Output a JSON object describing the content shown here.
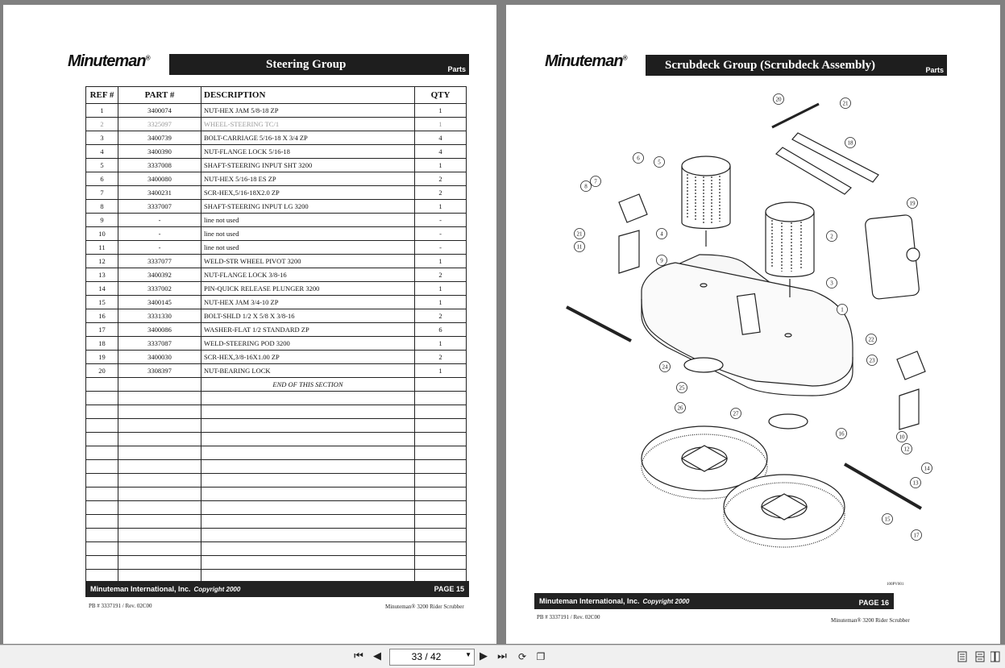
{
  "left_page": {
    "brand": "Minuteman",
    "section_title": "Steering Group",
    "section_tag": "Parts",
    "columns": [
      "REF #",
      "PART #",
      "DESCRIPTION",
      "QTY"
    ],
    "rows": [
      {
        "ref": "1",
        "part": "3400074",
        "desc": "NUT-HEX JAM 5/8-18 ZP",
        "qty": "1"
      },
      {
        "ref": "2",
        "part": "3325097",
        "desc": "WHEEL-STEERING TC/1",
        "qty": "1"
      },
      {
        "ref": "3",
        "part": "3400739",
        "desc": "BOLT-CARRIAGE 5/16-18 X 3/4 ZP",
        "qty": "4"
      },
      {
        "ref": "4",
        "part": "3400390",
        "desc": "NUT-FLANGE LOCK 5/16-18",
        "qty": "4"
      },
      {
        "ref": "5",
        "part": "3337008",
        "desc": "SHAFT-STEERING INPUT SHT 3200",
        "qty": "1"
      },
      {
        "ref": "6",
        "part": "3400080",
        "desc": "NUT-HEX 5/16-18 ES ZP",
        "qty": "2"
      },
      {
        "ref": "7",
        "part": "3400231",
        "desc": "SCR-HEX,5/16-18X2.0 ZP",
        "qty": "2"
      },
      {
        "ref": "8",
        "part": "3337007",
        "desc": "SHAFT-STEERING INPUT LG 3200",
        "qty": "1"
      },
      {
        "ref": "9",
        "part": "-",
        "desc": "line not used",
        "qty": "-"
      },
      {
        "ref": "10",
        "part": "-",
        "desc": "line not used",
        "qty": "-"
      },
      {
        "ref": "11",
        "part": "-",
        "desc": "line not used",
        "qty": "-"
      },
      {
        "ref": "12",
        "part": "3337077",
        "desc": "WELD-STR WHEEL PIVOT 3200",
        "qty": "1"
      },
      {
        "ref": "13",
        "part": "3400392",
        "desc": "NUT-FLANGE LOCK 3/8-16",
        "qty": "2"
      },
      {
        "ref": "14",
        "part": "3337002",
        "desc": "PIN-QUICK RELEASE PLUNGER 3200",
        "qty": "1"
      },
      {
        "ref": "15",
        "part": "3400145",
        "desc": "NUT-HEX JAM 3/4-10 ZP",
        "qty": "1"
      },
      {
        "ref": "16",
        "part": "3331330",
        "desc": "BOLT-SHLD 1/2 X 5/8 X 3/8-16",
        "qty": "2"
      },
      {
        "ref": "17",
        "part": "3400086",
        "desc": "WASHER-FLAT 1/2 STANDARD ZP",
        "qty": "6"
      },
      {
        "ref": "18",
        "part": "3337087",
        "desc": "WELD-STEERING POD 3200",
        "qty": "1"
      },
      {
        "ref": "19",
        "part": "3400030",
        "desc": "SCR-HEX,3/8-16X1.00 ZP",
        "qty": "2"
      },
      {
        "ref": "20",
        "part": "3308397",
        "desc": "NUT-BEARING LOCK",
        "qty": "1"
      }
    ],
    "end_note": "END OF THIS SECTION",
    "footer_company": "Minuteman International, Inc.",
    "footer_copyright": "Copyright 2000",
    "footer_page": "PAGE 15",
    "doc_number": "PB # 3337191 / Rev. 02C00",
    "model": "Minuteman® 3200 Rider Scrubber"
  },
  "right_page": {
    "brand": "Minuteman",
    "section_title": "Scrubdeck Group (Scrubdeck Assembly)",
    "section_tag": "Parts",
    "callouts": [
      "1",
      "2",
      "3",
      "5",
      "6",
      "7",
      "8",
      "9",
      "10",
      "11",
      "12",
      "13",
      "14",
      "15",
      "16",
      "17",
      "18",
      "19",
      "20",
      "21",
      "21",
      "22",
      "23",
      "24",
      "25",
      "26",
      "27",
      "4"
    ],
    "drawing_code": "100PV001",
    "footer_company": "Minuteman International, Inc.",
    "footer_copyright": "Copyright 2000",
    "footer_page": "PAGE 16",
    "doc_number": "PB # 3337191 / Rev. 02C00",
    "model": "Minuteman® 3200 Rider Scrubber"
  },
  "toolbar": {
    "page_indicator": "33 / 42",
    "first_icon": "first-page-icon",
    "prev_icon": "previous-page-icon",
    "next_icon": "next-page-icon",
    "last_icon": "last-page-icon"
  }
}
